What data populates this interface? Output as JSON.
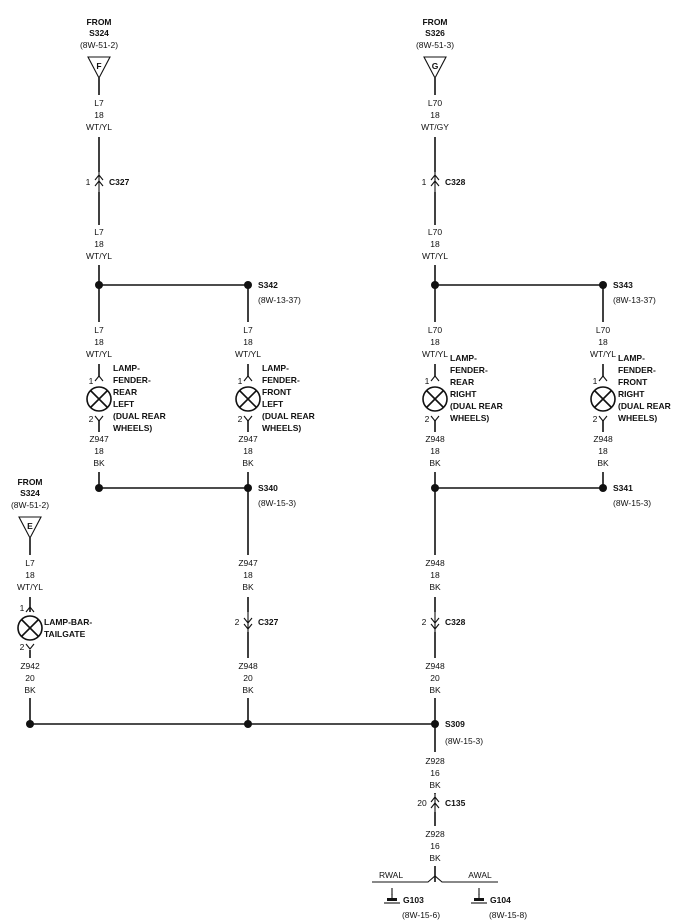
{
  "sources": {
    "s324_top": {
      "from": "FROM",
      "splice": "S324",
      "ref": "(8W-51-2)",
      "letter": "F"
    },
    "s326": {
      "from": "FROM",
      "splice": "S326",
      "ref": "(8W-51-3)",
      "letter": "G"
    },
    "s324_left": {
      "from": "FROM",
      "splice": "S324",
      "ref": "(8W-51-2)",
      "letter": "E"
    }
  },
  "wires": {
    "left_a": {
      "circuit": "L7",
      "gauge": "18",
      "color": "WT/YL"
    },
    "left_b": {
      "circuit": "L7",
      "gauge": "18",
      "color": "WT/YL"
    },
    "left_c": {
      "circuit": "L7",
      "gauge": "18",
      "color": "WT/YL"
    },
    "mid_a": {
      "circuit": "L7",
      "gauge": "18",
      "color": "WT/YL"
    },
    "right_a": {
      "circuit": "L70",
      "gauge": "18",
      "color": "WT/GY"
    },
    "right_b": {
      "circuit": "L70",
      "gauge": "18",
      "color": "WT/YL"
    },
    "right_c": {
      "circuit": "L70",
      "gauge": "18",
      "color": "WT/YL"
    },
    "far_a": {
      "circuit": "L70",
      "gauge": "18",
      "color": "WT/YL"
    },
    "tg_a": {
      "circuit": "L7",
      "gauge": "18",
      "color": "WT/YL"
    },
    "z_left": {
      "circuit": "Z947",
      "gauge": "18",
      "color": "BK"
    },
    "z_mid": {
      "circuit": "Z947",
      "gauge": "18",
      "color": "BK"
    },
    "z_right": {
      "circuit": "Z948",
      "gauge": "18",
      "color": "BK"
    },
    "z_far": {
      "circuit": "Z948",
      "gauge": "18",
      "color": "BK"
    },
    "z_mid2": {
      "circuit": "Z947",
      "gauge": "18",
      "color": "BK"
    },
    "z_mid3": {
      "circuit": "Z948",
      "gauge": "20",
      "color": "BK"
    },
    "z_right2": {
      "circuit": "Z948",
      "gauge": "18",
      "color": "BK"
    },
    "z_right3": {
      "circuit": "Z948",
      "gauge": "20",
      "color": "BK"
    },
    "z_tg": {
      "circuit": "Z942",
      "gauge": "20",
      "color": "BK"
    },
    "z_gnd1": {
      "circuit": "Z928",
      "gauge": "16",
      "color": "BK"
    },
    "z_gnd2": {
      "circuit": "Z928",
      "gauge": "16",
      "color": "BK"
    }
  },
  "connectors": {
    "c327_top": {
      "pin": "1",
      "name": "C327"
    },
    "c328_top": {
      "pin": "1",
      "name": "C328"
    },
    "c327_mid": {
      "pin": "2",
      "name": "C327"
    },
    "c328_mid": {
      "pin": "2",
      "name": "C328"
    },
    "c135": {
      "pin": "20",
      "name": "C135"
    }
  },
  "splices": {
    "s342": {
      "name": "S342",
      "ref": "(8W-13-37)"
    },
    "s343": {
      "name": "S343",
      "ref": "(8W-13-37)"
    },
    "s340": {
      "name": "S340",
      "ref": "(8W-15-3)"
    },
    "s341": {
      "name": "S341",
      "ref": "(8W-15-3)"
    },
    "s309": {
      "name": "S309",
      "ref": "(8W-15-3)"
    }
  },
  "lamps": {
    "rear_left": {
      "pin1": "1",
      "pin2": "2",
      "lines": [
        "LAMP-",
        "FENDER-",
        "REAR",
        "LEFT",
        "(DUAL REAR",
        "WHEELS)"
      ]
    },
    "front_left": {
      "pin1": "1",
      "pin2": "2",
      "lines": [
        "LAMP-",
        "FENDER-",
        "FRONT",
        "LEFT",
        "(DUAL REAR",
        "WHEELS)"
      ]
    },
    "rear_right": {
      "pin1": "1",
      "pin2": "2",
      "lines": [
        "LAMP-",
        "FENDER-",
        "REAR",
        "RIGHT",
        "(DUAL REAR",
        "WHEELS)"
      ]
    },
    "front_right": {
      "pin1": "1",
      "pin2": "2",
      "lines": [
        "LAMP-",
        "FENDER-",
        "FRONT",
        "RIGHT",
        "(DUAL REAR",
        "WHEELS)"
      ]
    },
    "tailgate": {
      "pin1": "1",
      "pin2": "2",
      "lines": [
        "LAMP-BAR-",
        "TAILGATE"
      ]
    }
  },
  "grounds": {
    "rwal": "RWAL",
    "awal": "AWAL",
    "g103": {
      "name": "G103",
      "ref": "(8W-15-6)"
    },
    "g104": {
      "name": "G104",
      "ref": "(8W-15-8)"
    }
  }
}
